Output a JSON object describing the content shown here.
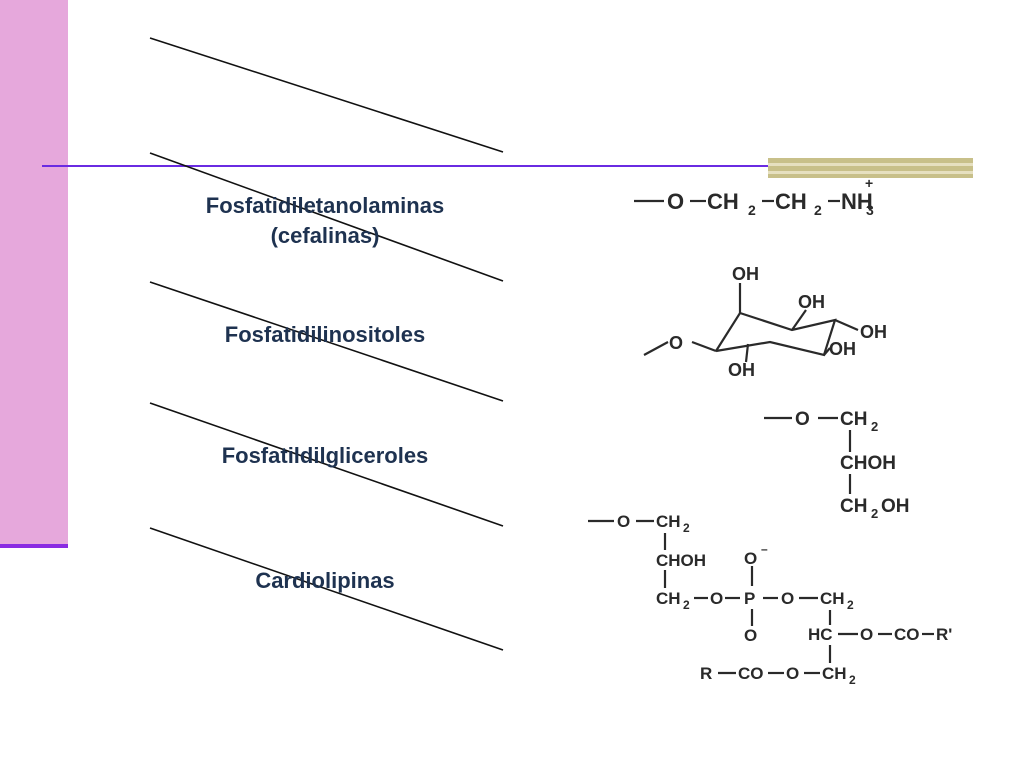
{
  "lipids": [
    {
      "name": "Fosfatidiletanolaminas",
      "alias": "(cefalinas)"
    },
    {
      "name": "Fosfatidilinositoles"
    },
    {
      "name": "Fosfatildilgliceroles"
    },
    {
      "name": "Cardiolipinas"
    }
  ],
  "formulas": {
    "ethanolamine": {
      "o": "O",
      "ch2a": "CH",
      "sub_a": "2",
      "ch2b": "CH",
      "sub_b": "2",
      "nh3": "NH",
      "sub_c": "3",
      "charge": "+"
    },
    "inositol": {
      "o": "O",
      "oh1": "OH",
      "oh2": "OH",
      "oh3": "OH",
      "oh4": "OH",
      "oh5": "OH"
    },
    "glycerol": {
      "o": "O",
      "ch2": "CH",
      "sub1": "2",
      "choh": "CHOH",
      "ch2oh_a": "CH",
      "sub2": "2",
      "ch2oh_b": "OH"
    },
    "cardiolipin": {
      "r1_o": "O",
      "r1_ch2": "CH",
      "r1_sub": "2",
      "r2_choh": "CHOH",
      "r3_ch2": "CH",
      "r3_sub": "2",
      "r3_o1": "O",
      "r3_p": "P",
      "r3_o2": "O",
      "r3_ch2b": "CH",
      "r3_subb": "2",
      "p_top": "O",
      "p_top_charge": "–",
      "p_bottom": "O",
      "r4_hc": "HC",
      "r4_o": "O",
      "r4_co": "CO",
      "r4_r": "R'",
      "r5_r": "R",
      "r5_co": "CO",
      "r5_o": "O",
      "r5_ch2": "CH",
      "r5_sub": "2"
    }
  },
  "colors": {
    "side_bar": "#e6a8dc",
    "rule": "#6a2be2",
    "label_text": "#1e3250",
    "accent": "#c8c08a"
  }
}
